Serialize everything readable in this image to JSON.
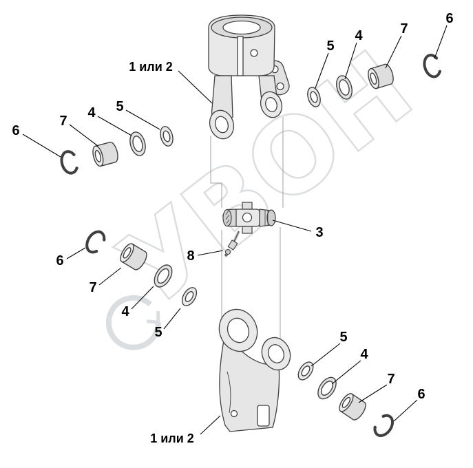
{
  "watermark": {
    "text": "УВОН"
  },
  "parts": {
    "fork": "1 или 2",
    "cross": "3",
    "ring": "4",
    "washer": "5",
    "snap_ring": "6",
    "bushing": "7",
    "grease_fitting": "8"
  }
}
